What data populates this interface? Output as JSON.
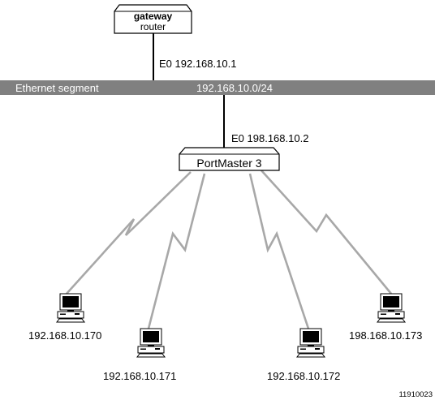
{
  "diagram": {
    "gateway": {
      "line1": "gateway",
      "line2": "router",
      "interface": "E0 192.168.10.1"
    },
    "segment": {
      "name": "Ethernet segment",
      "network": "192.168.10.0/24"
    },
    "portmaster": {
      "label": "PortMaster 3",
      "interface": "E0 198.168.10.2"
    },
    "clients": [
      {
        "ip": "192.168.10.170"
      },
      {
        "ip": "192.168.10.171"
      },
      {
        "ip": "192.168.10.172"
      },
      {
        "ip": "198.168.10.173"
      }
    ],
    "figure_id": "11910023",
    "colors": {
      "segment_bar": "#808080",
      "wireless_link": "#a8a8a8",
      "ink": "#000000"
    }
  }
}
